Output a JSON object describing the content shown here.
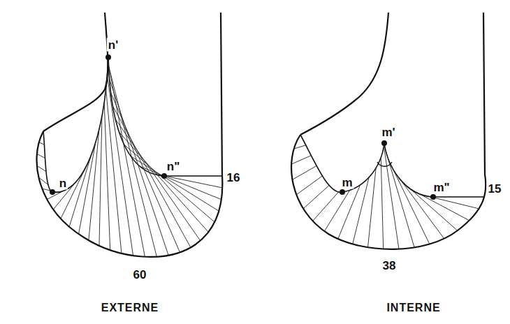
{
  "diagram": {
    "labels": [
      "n'",
      "n",
      "n\"",
      "16",
      "60",
      "EXTERNE",
      "m'",
      "m",
      "m\"",
      "15",
      "38",
      "INTERNE"
    ]
  }
}
